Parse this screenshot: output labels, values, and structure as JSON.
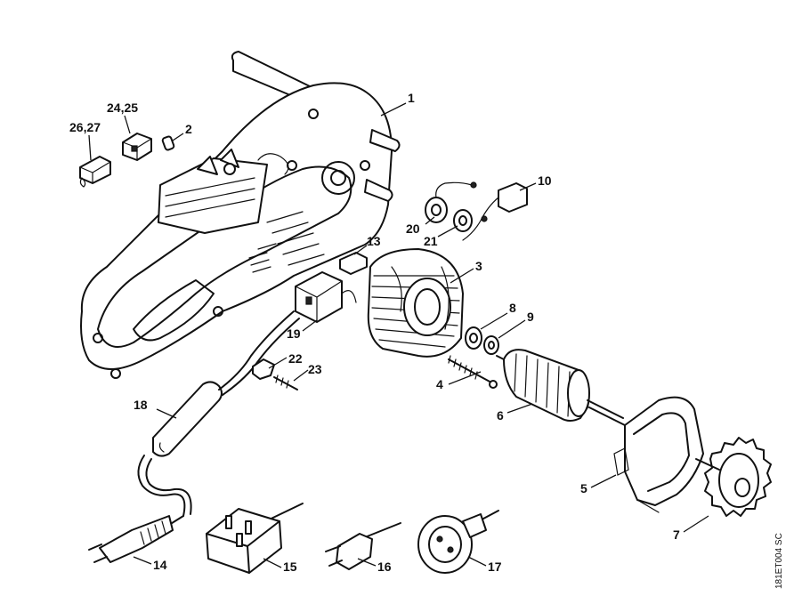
{
  "figure": {
    "drawing_code": "181ET004 SC",
    "callouts": [
      {
        "id": "1",
        "text": "1"
      },
      {
        "id": "2",
        "text": "2"
      },
      {
        "id": "3",
        "text": "3"
      },
      {
        "id": "4",
        "text": "4"
      },
      {
        "id": "5",
        "text": "5"
      },
      {
        "id": "6",
        "text": "6"
      },
      {
        "id": "7",
        "text": "7"
      },
      {
        "id": "8",
        "text": "8"
      },
      {
        "id": "9",
        "text": "9"
      },
      {
        "id": "10",
        "text": "10"
      },
      {
        "id": "13",
        "text": "13"
      },
      {
        "id": "14",
        "text": "14"
      },
      {
        "id": "15",
        "text": "15"
      },
      {
        "id": "16",
        "text": "16"
      },
      {
        "id": "17",
        "text": "17"
      },
      {
        "id": "18",
        "text": "18"
      },
      {
        "id": "19",
        "text": "19"
      },
      {
        "id": "20",
        "text": "20"
      },
      {
        "id": "21",
        "text": "21"
      },
      {
        "id": "22",
        "text": "22"
      },
      {
        "id": "23",
        "text": "23"
      },
      {
        "id": "24_25",
        "text": "24,25"
      },
      {
        "id": "26_27",
        "text": "26,27"
      }
    ]
  }
}
